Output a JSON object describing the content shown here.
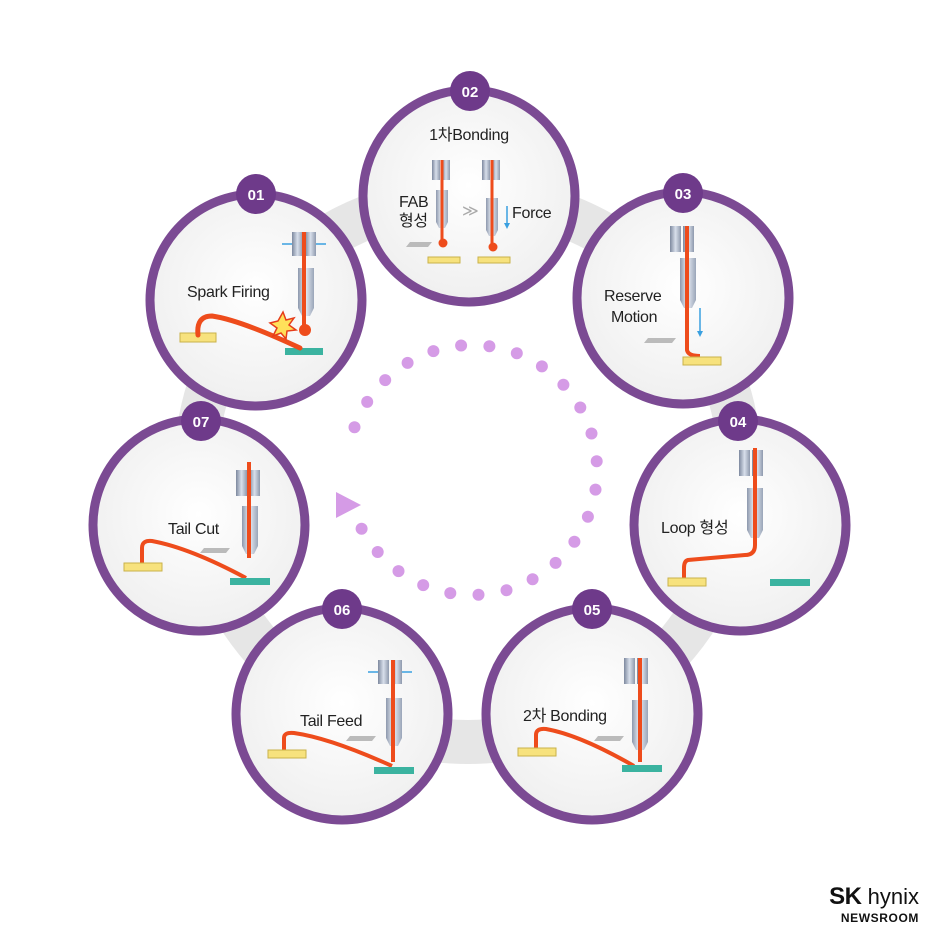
{
  "colors": {
    "ring": "#e8e8e8",
    "circle_border": "#7b4a93",
    "badge": "#6e3a8a",
    "wire": "#ee4c1c",
    "pad_yellow": "#f7e27d",
    "pad_green": "#3bb3a0",
    "dots": "#d59be6",
    "tool": "#b9c4d6"
  },
  "steps": [
    {
      "num": "01",
      "label": "Spark Firing"
    },
    {
      "num": "02",
      "label": "1차Bonding",
      "sub_left": "FAB",
      "sub_left2": "형성",
      "sub_right": "Force"
    },
    {
      "num": "03",
      "label_line1": "Reserve",
      "label_line2": "Motion"
    },
    {
      "num": "04",
      "label": "Loop 형성"
    },
    {
      "num": "05",
      "label": "2차 Bonding"
    },
    {
      "num": "06",
      "label": "Tail Feed"
    },
    {
      "num": "07",
      "label": "Tail Cut"
    }
  ],
  "brand": {
    "main_bold": "SK",
    "main_rest": "hynix",
    "sub": "NEWSROOM"
  }
}
